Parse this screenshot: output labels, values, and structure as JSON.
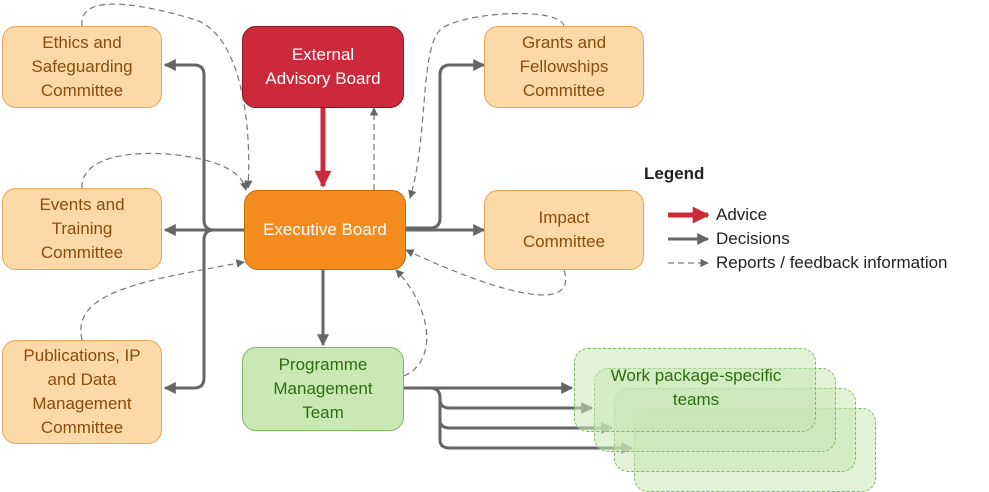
{
  "boxes": {
    "ethics": "Ethics and\nSafeguarding\nCommittee",
    "events": "Events and\nTraining\nCommittee",
    "publications": "Publications, IP\nand Data\nManagement\nCommittee",
    "external": "External\nAdvisory Board",
    "executive": "Executive Board",
    "programme": "Programme\nManagement\nTeam",
    "grants": "Grants and\nFellowships\nCommittee",
    "impact": "Impact\nCommittee",
    "workpackages": "Work package-specific\nteams"
  },
  "legend": {
    "title": "Legend",
    "advice": "Advice",
    "decisions": "Decisions",
    "reports": "Reports / feedback information"
  },
  "colors": {
    "advice": "#cc2a3a",
    "decisions": "#666666",
    "reports": "#777777"
  }
}
